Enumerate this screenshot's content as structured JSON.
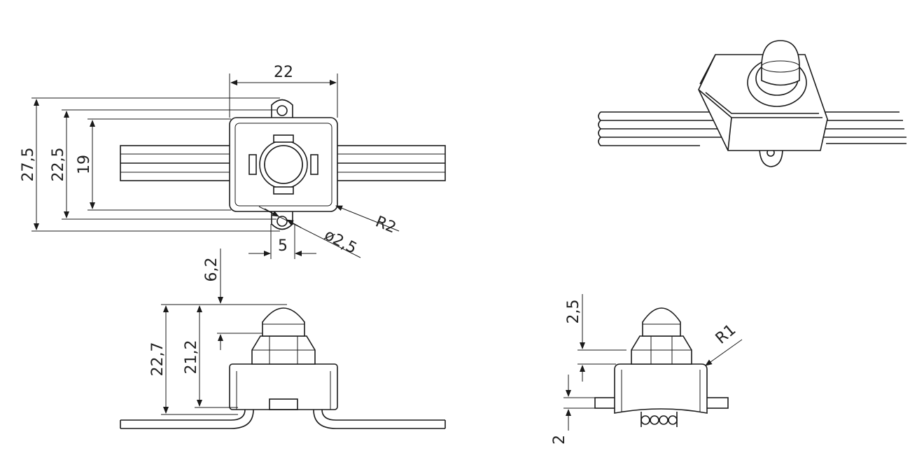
{
  "top_view": {
    "width": "22",
    "height_overall": "27,5",
    "height_mid": "22,5",
    "height_body": "19",
    "corner_radius": "R2",
    "hole_diameter": "ø2,5",
    "tab_width": "5"
  },
  "front_view": {
    "led_height": "6,2",
    "total_height": "22,7",
    "body_height": "21,2"
  },
  "side_view": {
    "nut_height": "2,5",
    "corner_radius": "R1",
    "wire_height": "2"
  },
  "colors": {
    "line": "#1a1a1a",
    "background": "#ffffff"
  }
}
